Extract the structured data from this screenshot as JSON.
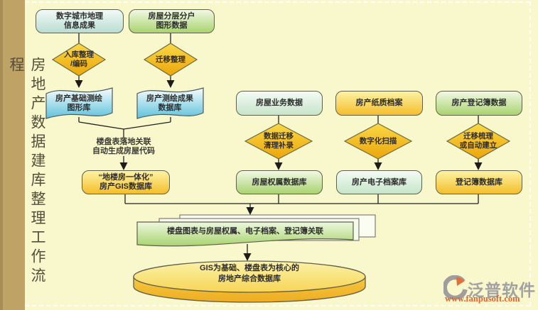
{
  "sidebar": {
    "title": "房地产数据建库整理工作流程"
  },
  "flow": {
    "sources": {
      "digital_city": "数字城市地理\n信息成果",
      "house_layer": "房屋分层分户\n图形数据",
      "house_business": "房屋业务数据",
      "paper_archive": "房产纸质档案",
      "register_data": "房产登记簿数据"
    },
    "processes": {
      "warehouse_arrange": "入库整理\n/编码",
      "migrate_arrange": "迁移整理",
      "data_migrate": "数据迁移\n清理补录",
      "digital_scan": "数字化扫描",
      "migrate_or_auto": "迁移梳理\n或自动建立"
    },
    "tapes": {
      "base_survey_graphic": "房产基础测绘\n图形库",
      "survey_result_db": "房产测绘成果\n数据库"
    },
    "note_merge": "楼盘表落地关联\n自动生成房屋代码",
    "databases": {
      "gis_db": "“地楼房一体化”\n房产GIS数据库",
      "ownership_db": "房屋权属数据库",
      "earchive_db": "房产电子档案库",
      "register_db": "登记簿数据库"
    },
    "link_banner": "楼盘图表与房屋权属、电子档案、登记簿关联",
    "final_db": "GIS为基础、楼盘表为核心的\n房地产综合数据库"
  },
  "watermark": {
    "brand": "泛普软件",
    "url": "www.fanpusoft.com"
  },
  "colors": {
    "background": "#F9F7CC",
    "sidebar": "#BFA266",
    "diamond_orange": "#F2B517",
    "tape_blue": "#5EC1DB",
    "box_yellow": "#F4BE2B",
    "box_green": "#A9D36F",
    "box_cyan": "#B9DDD2",
    "disk_orange": "#EFAC22",
    "url_orange": "#DF6530"
  }
}
